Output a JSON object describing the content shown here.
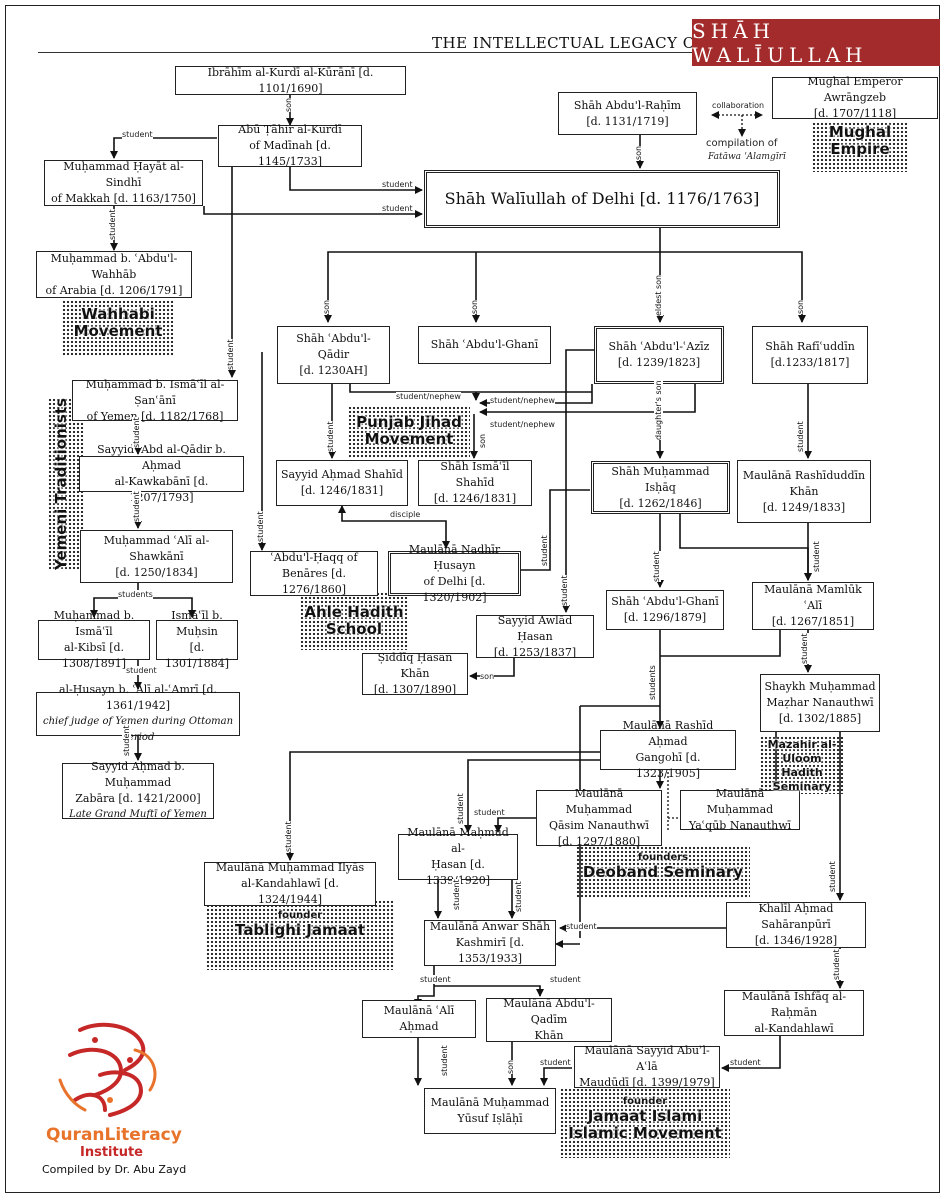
{
  "header": {
    "title": "THE INTELLECTUAL LEGACY OF",
    "name": "SHĀH WALĪULLAH"
  },
  "nodes": {
    "ibrahim": [
      "Ibrāhīm al-Kurdī al-Kūrānī [d. 1101/1690]"
    ],
    "abu_tahir": [
      "Abū Ṭāhir al-Kurdī",
      "of Madīnah [d. 1145/1733]"
    ],
    "hayat": [
      "Muḥammad Ḥayāt al-Sindhī",
      "of Makkah [d. 1163/1750]"
    ],
    "abdulwahhab": [
      "Muḥammad b. ʿAbdu'l-Wahhāb",
      "of Arabia [d. 1206/1791]"
    ],
    "abdurrahim": [
      "Shāh Abdu'l-Raḥīm",
      "[d. 1131/1719]"
    ],
    "awrangzeb": [
      "Mughal Emperor Awrāngzeb",
      "[d. 1707/1118]"
    ],
    "waliullah": [
      "Shāh Walīullah of Delhi [d. 1176/1763]"
    ],
    "abdulqadir": [
      "Shāh ʿAbdu'l-Qādir",
      "[d. 1230AH]"
    ],
    "abdulghani1": [
      "Shāh ʿAbdu'l-Ghanī"
    ],
    "abdulaziz": [
      "Shāh ʿAbdu'l-ʿAzīz",
      "[d. 1239/1823]"
    ],
    "rafiuddin": [
      "Shāh Rafīʿuddīn",
      "[d.1233/1817]"
    ],
    "sanani": [
      "Muḥammad b. Ismāʿīl al-Ṣanʿānī",
      "of Yemen [d. 1182/1768]"
    ],
    "kawkabani": [
      "Sayyid ʿAbd al-Qādir b. Aḥmad",
      "al-Kawkabānī [d. 1207/1793]"
    ],
    "shawkani": [
      "Muḥammad ʿAlī al-Shawkānī",
      "[d. 1250/1834]"
    ],
    "kibsi": [
      "Muḥammad b. Ismāʿīl",
      "al-Kibsī [d. 1308/1891]"
    ],
    "muhsin": [
      "Ismāʿīl b. Muḥsin",
      "[d. 1301/1884]"
    ],
    "amri": [
      "al-Ḥusayn b. ʿAlī al-ʿAmrī [d. 1361/1942]",
      "chief judge of Yemen during Ottoman period"
    ],
    "zabara": [
      "Sayyid Aḥmad b. Muḥammad",
      "Zabāra [d. 1421/2000]",
      "Late Grand Muftī of Yemen"
    ],
    "ahmadshahid": [
      "Sayyid Aḥmad Shahīd",
      "[d. 1246/1831]"
    ],
    "ismailshahid": [
      "Shāh Ismāʿīl Shahīd",
      "[d. 1246/1831]"
    ],
    "abdulhaqq": [
      "ʿAbdu'l-Ḥaqq of",
      "Benāres [d. 1276/1860]"
    ],
    "nadhir": [
      "Maulānā Nadhīr Ḥusayn",
      "of Delhi [d. 1320/1902]"
    ],
    "ishaq": [
      "Shāh Muḥammad Isḥāq",
      "[d. 1262/1846]"
    ],
    "rashiduddin": [
      "Maulānā Rashīduddīn",
      "Khān",
      "[d. 1249/1833]"
    ],
    "abdulghani2": [
      "Shāh ʿAbdu'l-Ghanī",
      "[d. 1296/1879]"
    ],
    "mamluk": [
      "Maulānā Mamlūk ʿAlī",
      "[d. 1267/1851]"
    ],
    "awlad": [
      "Sayyid Awlād Ḥasan",
      "[d. 1253/1837]"
    ],
    "siddiq": [
      "Ṣiddīq Ḥasan Khān",
      "[d. 1307/1890]"
    ],
    "mazhar": [
      "Shaykh Muḥammad",
      "Maẓhar Nanauthwī",
      "[d. 1302/1885]"
    ],
    "gangohi": [
      "Maulānā Rashīd Aḥmad",
      "Gangohī [d. 1323/1905]"
    ],
    "qasim": [
      "Maulānā Muḥammad",
      "Qāsim Nanauthwī",
      "[d. 1297/1880]"
    ],
    "yaqub": [
      "Maulānā Muḥammad",
      "Yaʿqūb Nanauthwī"
    ],
    "mahmud": [
      "Maulānā Maḥmūd al-",
      "Ḥasan [d. 1339/1920]"
    ],
    "ilyas": [
      "Maulānā Muḥammad Ilyās",
      "al-Kandahlawī [d. 1324/1944]"
    ],
    "anwar": [
      "Maulānā Anwar Shāh",
      "Kashmirī [d. 1353/1933]"
    ],
    "khalil": [
      "Khalīl Aḥmad Sahāranpūrī",
      "[d. 1346/1928]"
    ],
    "aliahmad": [
      "Maulānā ʿAlī Aḥmad"
    ],
    "abdulqadim": [
      "Maulānā Abdu'l-Qadīm",
      "Khān"
    ],
    "ishfaq": [
      "Maulānā Ishfāq al-Raḥmān",
      "al-Kandahlawī"
    ],
    "maududi": [
      "Maulānā Sayyid Abuʾl-Aʿlā",
      "Maudūdī [d. 1399/1979]"
    ],
    "yusuf": [
      "Maulānā Muḥammad",
      "Yūsuf Iṣlāḥī"
    ]
  },
  "movements": {
    "mughal": [
      "Mughal",
      "Empire"
    ],
    "wahhabi": [
      "Wahhabi",
      "Movement"
    ],
    "yemeni": [
      "Yemeni Traditionists"
    ],
    "punjab": [
      "Punjab Jihad",
      "Movement"
    ],
    "ahle": [
      "Ahle Hadith",
      "School"
    ],
    "mazahir": [
      "Mazahir al-",
      "Uloom Hadith",
      "Seminary"
    ],
    "deoband": [
      "founders",
      "Deoband Seminary"
    ],
    "tablighi": [
      "founder",
      "Tablighi Jamaat"
    ],
    "jamaat": [
      "founder",
      "Jamaat Islami",
      "Islamic Movement"
    ]
  },
  "edge_labels": {
    "son": "son",
    "student": "student",
    "students": "students",
    "eldest_son": "eldest son",
    "daughters_son": "daughter's son",
    "student_nephew": "student/nephew",
    "disciple": "disciple",
    "collaboration": "collaboration",
    "compilation": "compilation of",
    "fatawa": "Fatāwa ʿAlamgīrī"
  },
  "logo": {
    "text1": "QuranLiteracy",
    "text2": "Institute",
    "red": "#c62828",
    "orange": "#e8732a"
  },
  "credit": "Compiled by Dr. Abu Zayd"
}
